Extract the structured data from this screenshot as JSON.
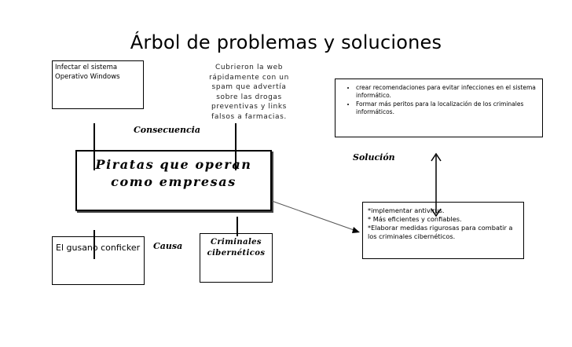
{
  "title": "Árbol de problemas y soluciones",
  "effects": {
    "box1": "Infectar el sistema Operativo Windows",
    "box2": "Cubrieron la web rápidamente con un spam que advertía sobre las drogas preventivas y links falsos a farmacias."
  },
  "labels": {
    "consecuencia": "Consecuencia",
    "causa": "Causa",
    "solucion": "Solución"
  },
  "central_problem": "Piratas que operan como empresas",
  "causes": {
    "box1": "El gusano conficker",
    "box2": "Criminales cibernéticos"
  },
  "solutions_top": [
    "crear recomendaciones  para evitar infecciones en el sistema informático.",
    "Formar más peritos para la localización de los criminales informáticos."
  ],
  "solutions_bottom": [
    "*implementar antivirus.",
    "* Más eficientes y confiables.",
    "*Elaborar medidas rigurosas para combatir a los criminales cibernéticos."
  ]
}
